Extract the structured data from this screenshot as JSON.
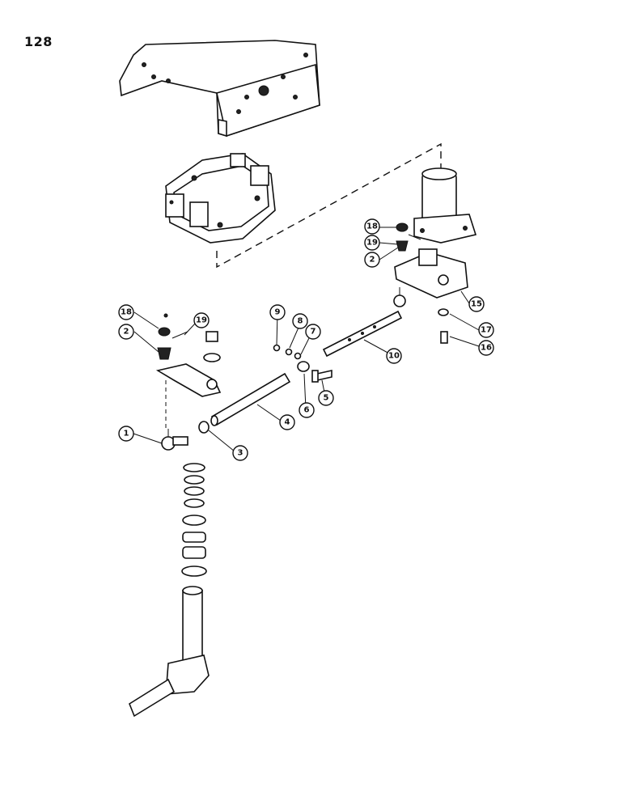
{
  "page": {
    "number": "128"
  },
  "callouts": [
    {
      "id": "c1",
      "label": "1"
    },
    {
      "id": "c2a",
      "label": "2"
    },
    {
      "id": "c2b",
      "label": "2"
    },
    {
      "id": "c3",
      "label": "3"
    },
    {
      "id": "c4",
      "label": "4"
    },
    {
      "id": "c5",
      "label": "5"
    },
    {
      "id": "c6",
      "label": "6"
    },
    {
      "id": "c7",
      "label": "7"
    },
    {
      "id": "c8",
      "label": "8"
    },
    {
      "id": "c9",
      "label": "9"
    },
    {
      "id": "c10",
      "label": "10"
    },
    {
      "id": "c15",
      "label": "15"
    },
    {
      "id": "c16",
      "label": "16"
    },
    {
      "id": "c17",
      "label": "17"
    },
    {
      "id": "c18a",
      "label": "18"
    },
    {
      "id": "c18b",
      "label": "18"
    },
    {
      "id": "c19a",
      "label": "19"
    },
    {
      "id": "c19b",
      "label": "19"
    }
  ]
}
